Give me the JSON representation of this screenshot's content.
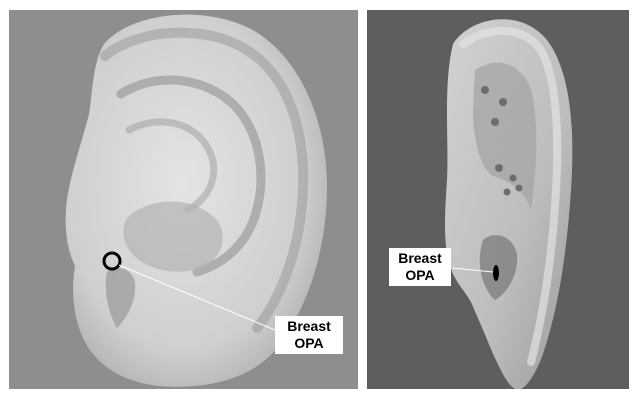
{
  "panels": [
    {
      "id": "left",
      "description_label": {
        "line1": "Breast",
        "line2": "OPA"
      }
    },
    {
      "id": "right",
      "description_label": {
        "line1": "Breast",
        "line2": "OPA"
      }
    }
  ],
  "colors": {
    "left_background": "#8e8e8e",
    "right_background": "#5e5e5e",
    "ear_surface": "#d6d6d6",
    "marker": "#000000"
  }
}
